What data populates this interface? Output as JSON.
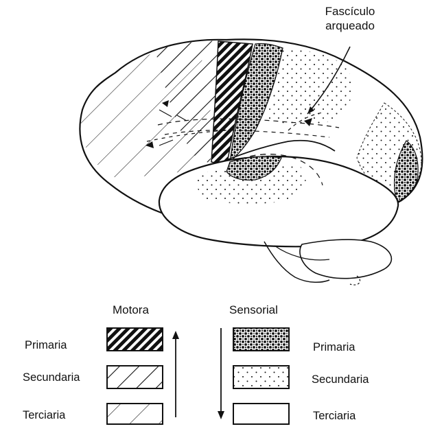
{
  "annotation": {
    "line1": "Fascículo",
    "line2": "arqueado"
  },
  "legend": {
    "motor": {
      "title": "Motora",
      "rows": [
        "Primaria",
        "Secundaria",
        "Terciaria"
      ]
    },
    "sensory": {
      "title": "Sensorial",
      "rows": [
        "Primaria",
        "Secundaria",
        "Terciaria"
      ]
    }
  },
  "colors": {
    "ink": "#111111",
    "paper": "#ffffff"
  }
}
